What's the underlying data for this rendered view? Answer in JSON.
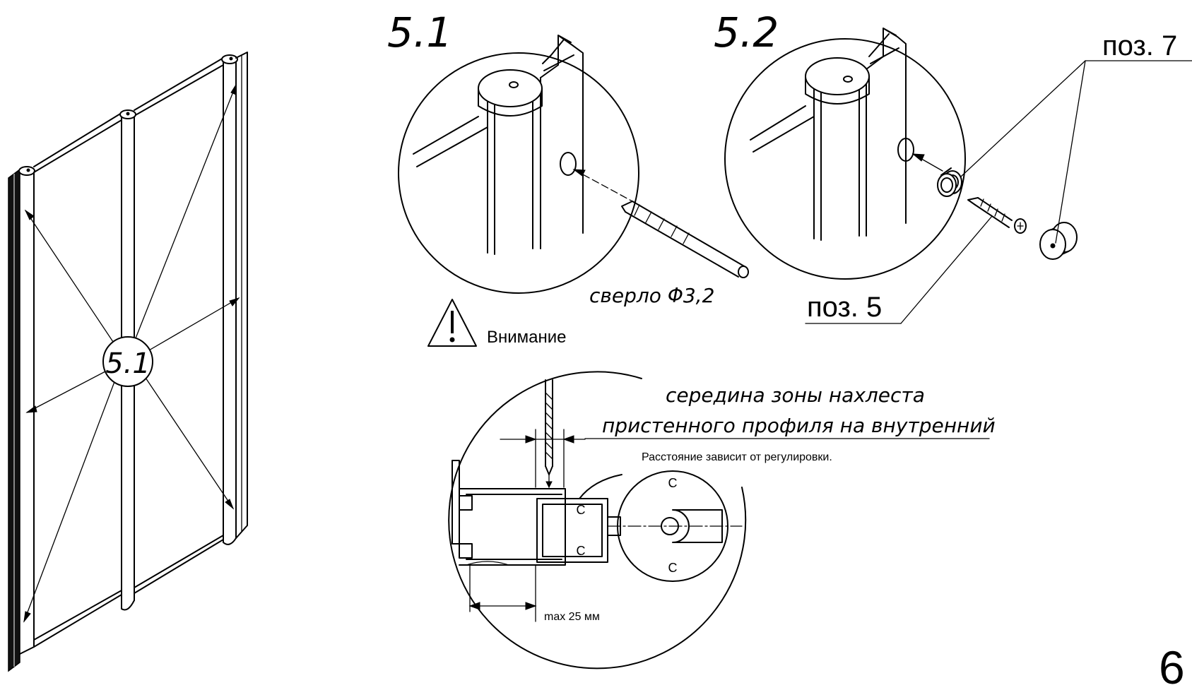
{
  "steps": {
    "step_a": "5.1",
    "step_b": "5.2",
    "panel_marker": "5.1"
  },
  "labels": {
    "drill": "сверло Φ3,2",
    "pos7": "поз. 7",
    "pos5": "поз. 5",
    "warning": "Внимание",
    "overlap_line1": "середина зоны нахлеста",
    "overlap_line2": "пристенного профиля на внутренний",
    "distance_note": "Расстояние зависит от регулировки.",
    "max_dim": "max 25 мм"
  },
  "page_number": "6",
  "icons": [
    "warning-triangle-icon",
    "drill-bit-icon",
    "screw-icon",
    "dowel-icon",
    "cap-icon"
  ]
}
